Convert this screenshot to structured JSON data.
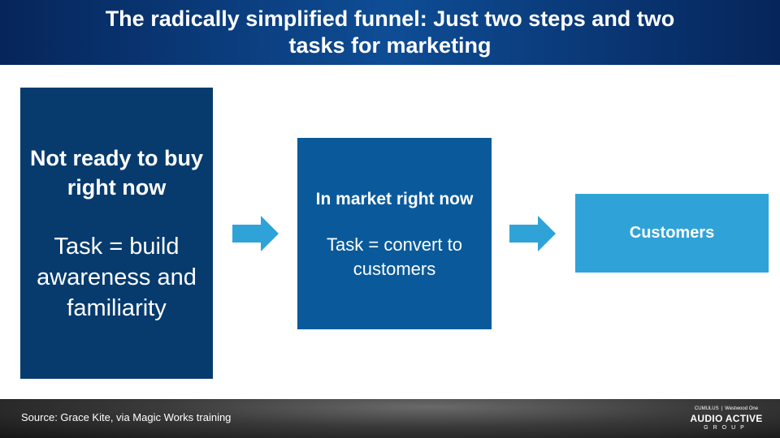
{
  "header": {
    "title": "The radically simplified funnel: Just two steps and two tasks for marketing"
  },
  "steps": [
    {
      "heading": "Not ready to buy right now",
      "task": "Task = build awareness and familiarity",
      "color": "#073b6e"
    },
    {
      "heading": "In market right now",
      "task": "Task = convert to customers",
      "color": "#0a5a9b"
    },
    {
      "heading": "Customers",
      "color": "#2fa3d8"
    }
  ],
  "arrow_color": "#2fa3d8",
  "footer": {
    "source": "Source: Grace Kite, via Magic Works training",
    "logo": {
      "partner_a": "CUMULUS",
      "partner_b": "Westwood One",
      "brand": "AUDIO ACTIVE",
      "group": "GROUP"
    }
  }
}
